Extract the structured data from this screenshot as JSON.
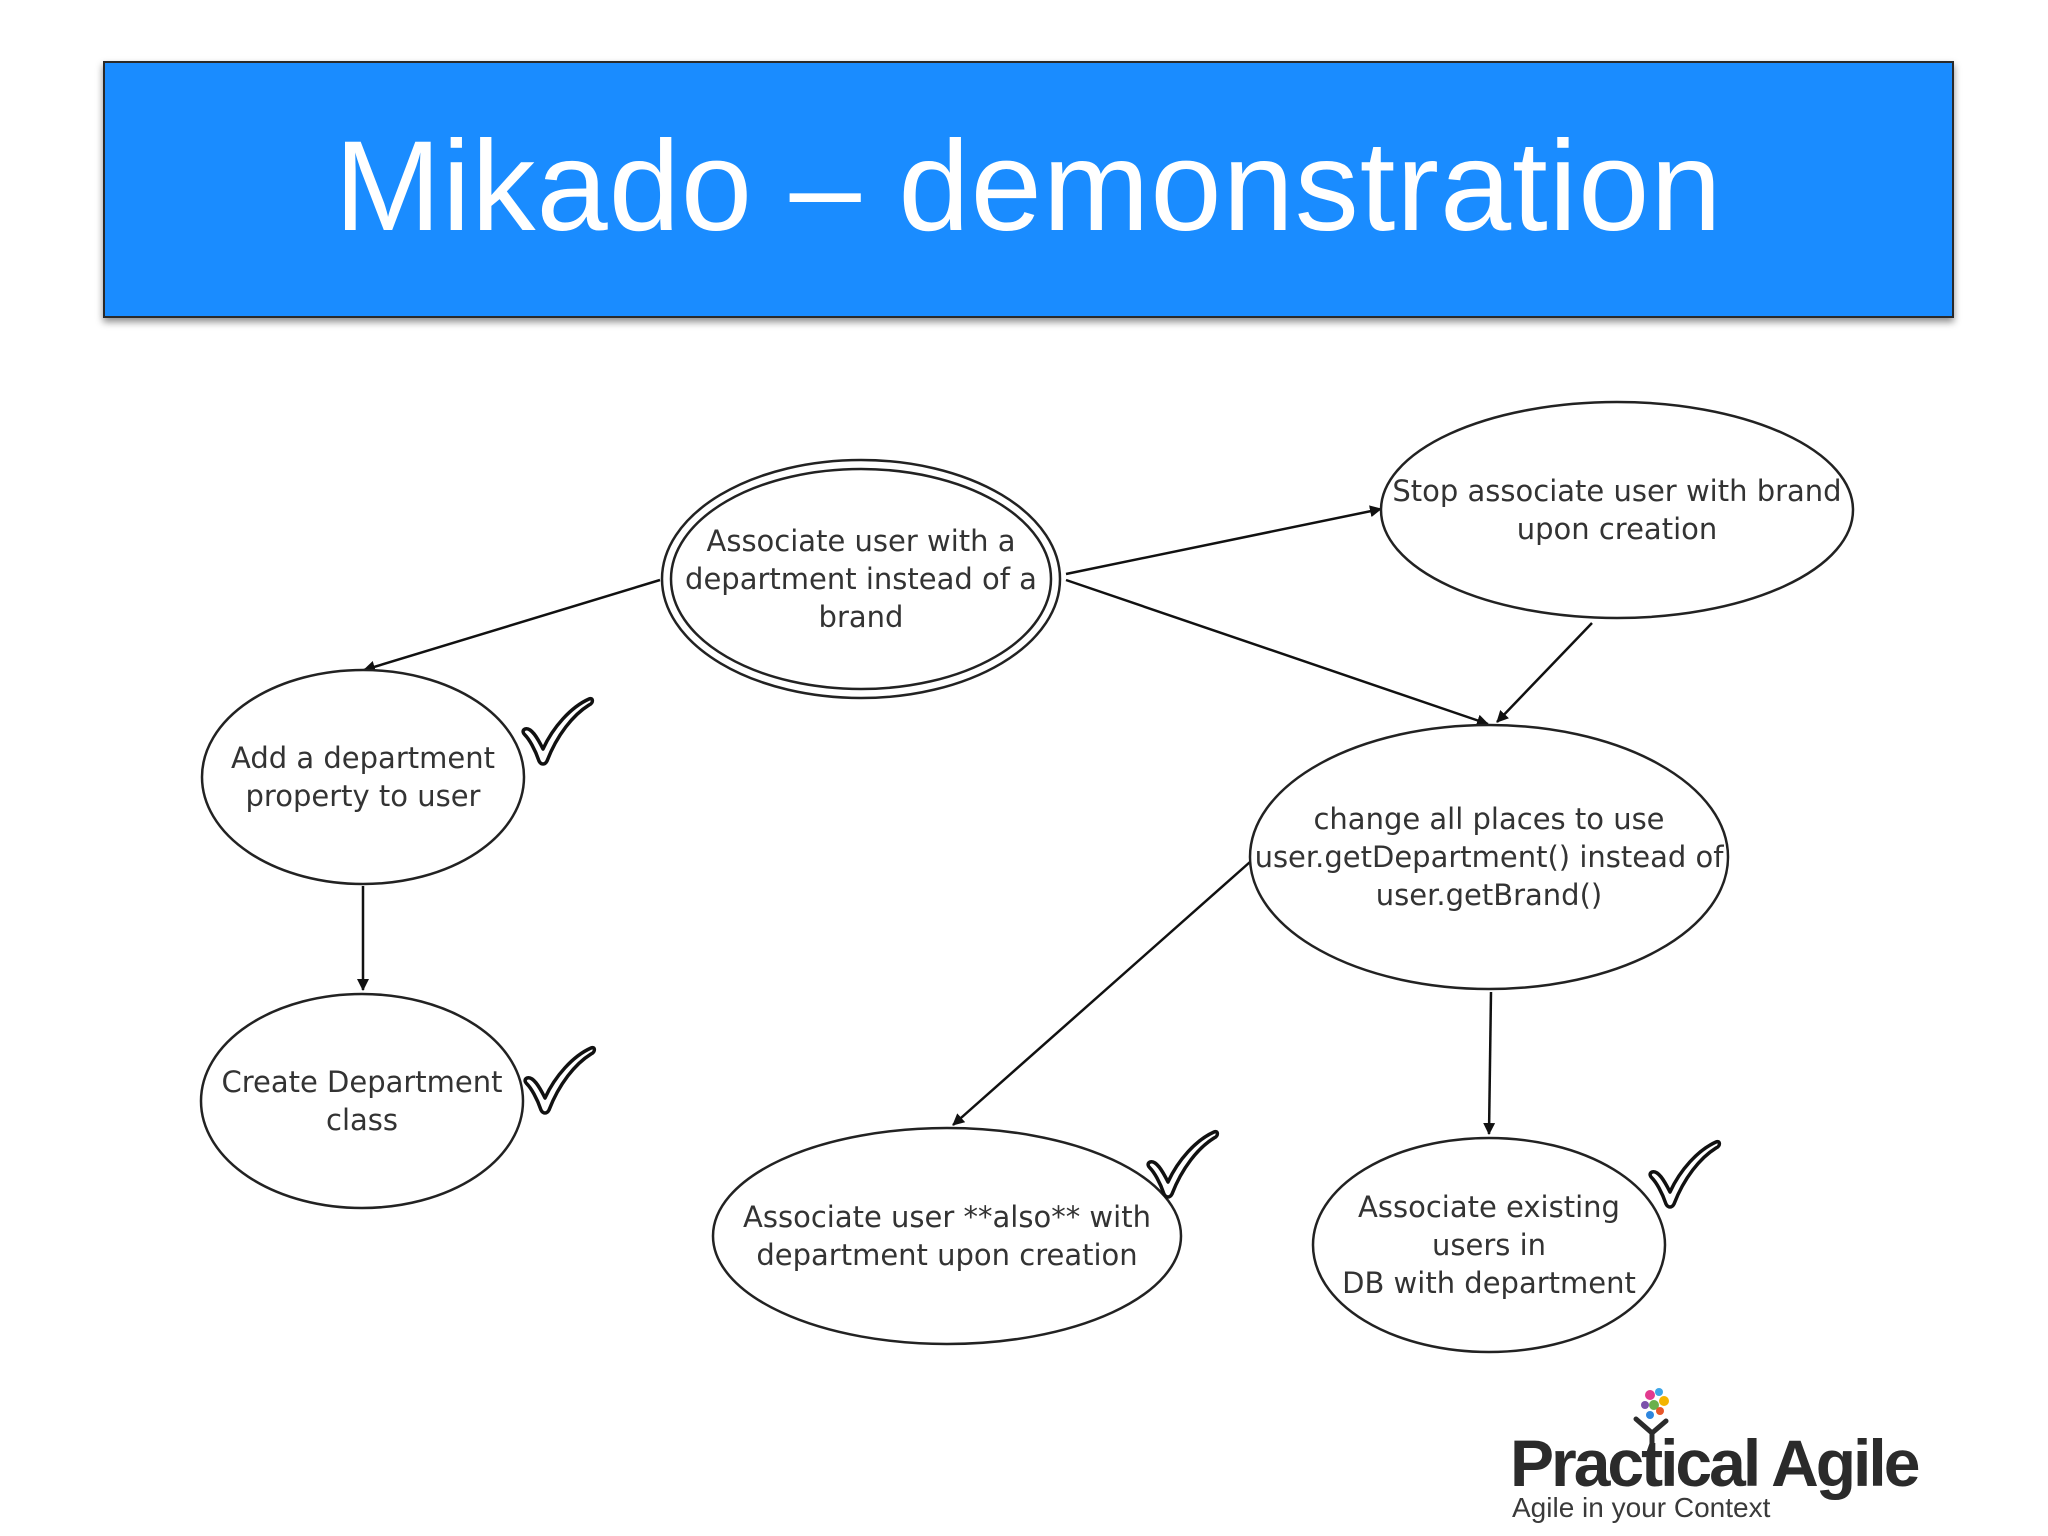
{
  "slide": {
    "title": "Mikado – demonstration"
  },
  "colors": {
    "banner": "#1a8cff",
    "title_text": "#ffffff",
    "node_stroke": "#222222",
    "label_text": "#333333"
  },
  "diagram": {
    "nodes": [
      {
        "id": "goal",
        "style": "double-ellipse",
        "completed": false,
        "lines": [
          "Associate user with a",
          "department instead of a",
          "brand"
        ]
      },
      {
        "id": "stop_assoc",
        "style": "ellipse",
        "completed": false,
        "lines": [
          "Stop associate user with brand",
          "upon creation"
        ]
      },
      {
        "id": "add_prop",
        "style": "ellipse",
        "completed": true,
        "lines": [
          "Add a department",
          "property to user"
        ]
      },
      {
        "id": "create_class",
        "style": "ellipse",
        "completed": true,
        "lines": [
          "Create Department",
          "class"
        ]
      },
      {
        "id": "change_places",
        "style": "ellipse",
        "completed": false,
        "lines": [
          "change all places to use",
          "user.getDepartment() instead of",
          "user.getBrand()"
        ]
      },
      {
        "id": "assoc_also",
        "style": "ellipse",
        "completed": true,
        "lines": [
          "Associate user **also** with",
          "department upon creation"
        ]
      },
      {
        "id": "assoc_existing",
        "style": "ellipse",
        "completed": true,
        "lines": [
          "Associate existing",
          "users in",
          "DB with department"
        ]
      }
    ],
    "edges": [
      {
        "from": "goal",
        "to": "stop_assoc"
      },
      {
        "from": "goal",
        "to": "add_prop"
      },
      {
        "from": "goal",
        "to": "change_places"
      },
      {
        "from": "stop_assoc",
        "to": "change_places"
      },
      {
        "from": "add_prop",
        "to": "create_class"
      },
      {
        "from": "change_places",
        "to": "assoc_also"
      },
      {
        "from": "change_places",
        "to": "assoc_existing"
      }
    ],
    "check_icon": "checkmark-icon"
  },
  "logo": {
    "name": "Practical Agile",
    "tagline": "Agile in your Context"
  }
}
